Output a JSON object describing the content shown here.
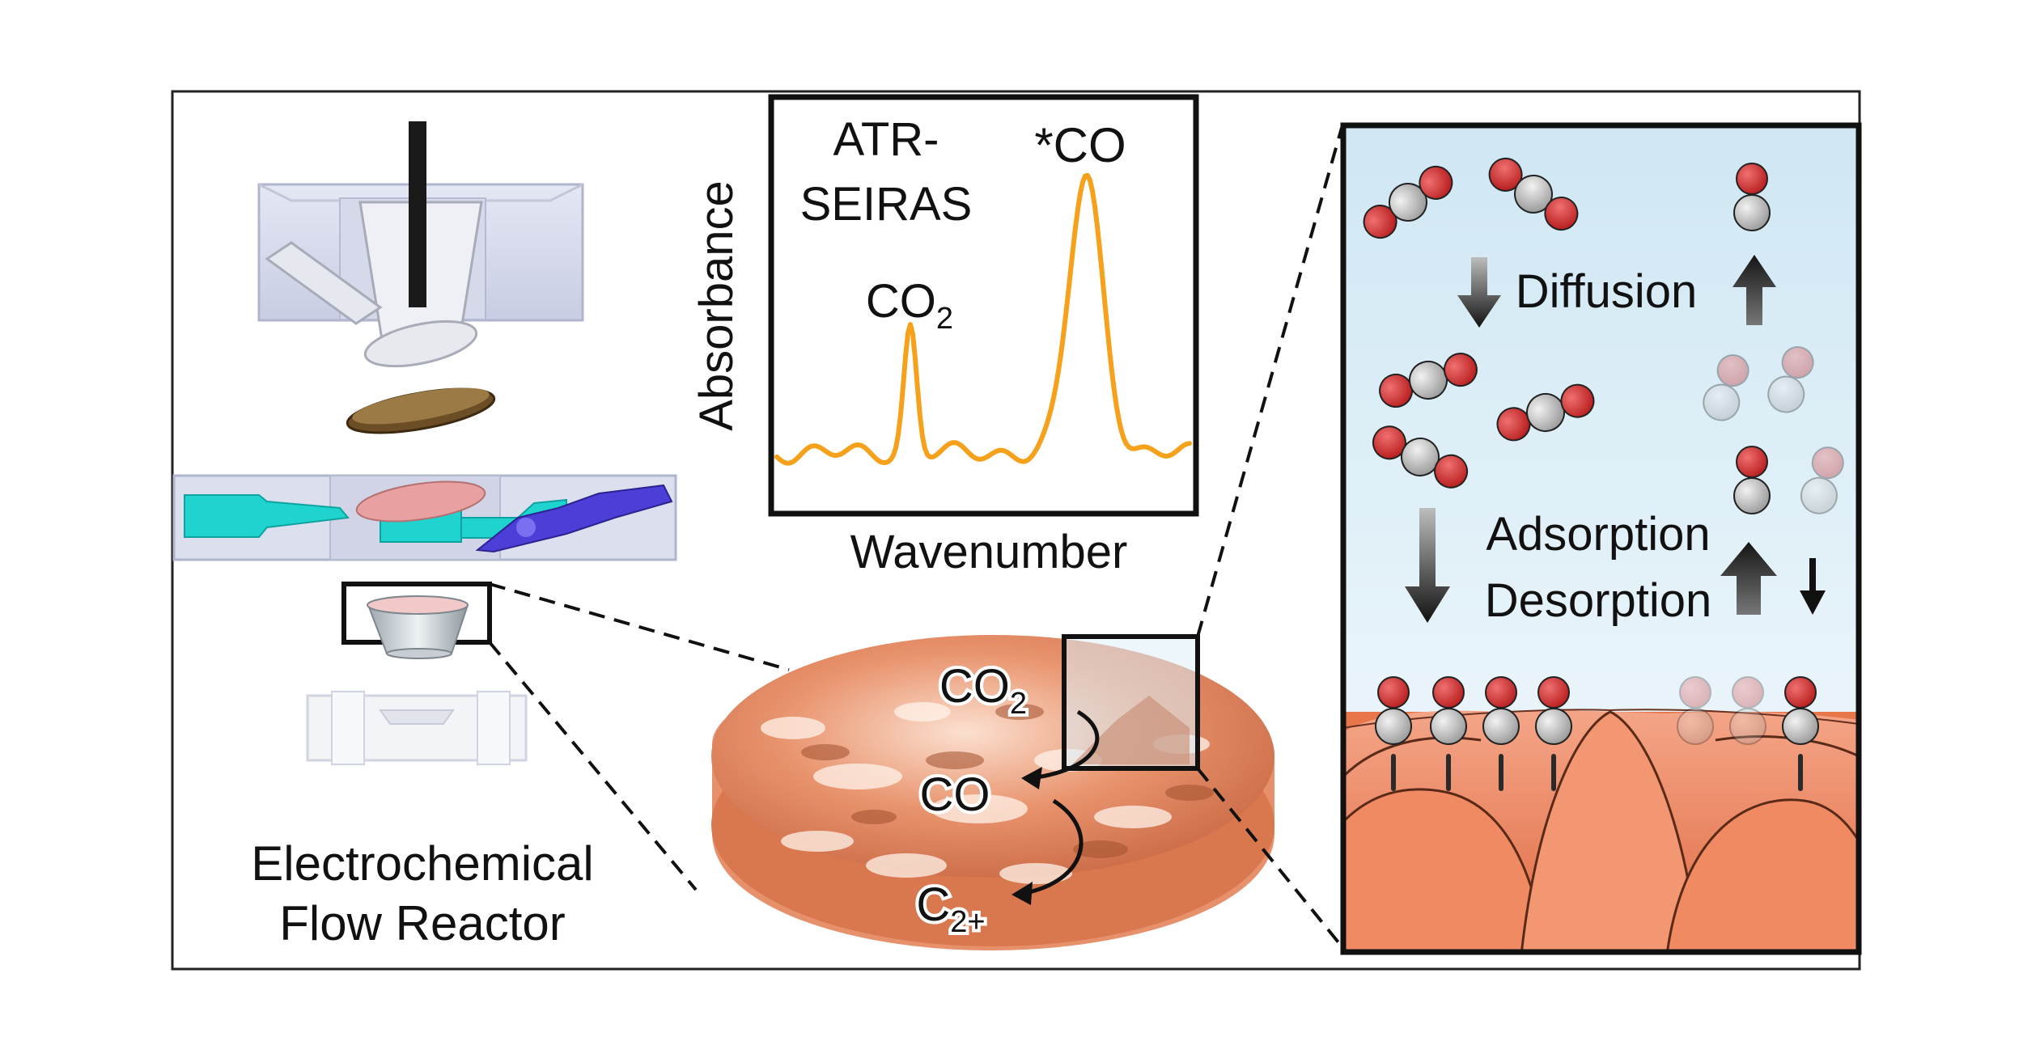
{
  "reactor": {
    "caption_line1": "Electrochemical",
    "caption_line2": "Flow Reactor"
  },
  "spectrum": {
    "title_line1": "ATR-",
    "title_line2": "SEIRAS",
    "ylabel": "Absorbance",
    "xlabel": "Wavenumber",
    "peak_co2_base": "CO",
    "peak_co2_sub": "2",
    "peak_co": "*CO",
    "line_color": "#F5A11C"
  },
  "electrode": {
    "co2_base": "CO",
    "co2_sub": "2",
    "co": "CO",
    "c2_base": "C",
    "c2_sub": "2+"
  },
  "mechanism": {
    "diffusion": "Diffusion",
    "adsorption": "Adsorption",
    "desorption": "Desorption"
  },
  "colors": {
    "oxygen": "#D42A2A",
    "carbon": "#B9B9B9",
    "copper": "#F08A62",
    "electrolyte": "#D9EEF7",
    "cyan_channel": "#1FD3CF",
    "blue_channel": "#4B3FD8"
  }
}
